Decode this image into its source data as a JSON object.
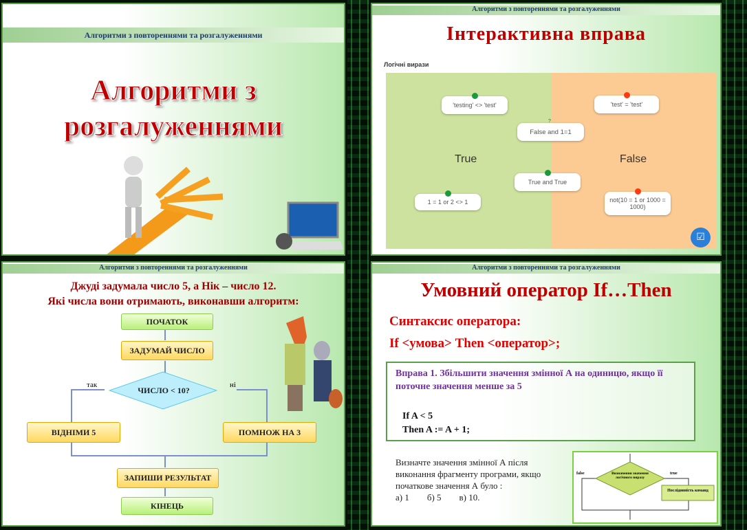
{
  "band_title": "Алгоритми з повтореннями та розгалуженнями",
  "slide1": {
    "title_line1": "Алгоритми з",
    "title_line2": "розгалуженнями"
  },
  "slide2": {
    "title": "Інтерактивна вправа",
    "panel_title": "Логічні вирази",
    "zone_true": "True",
    "zone_false": "False",
    "unsorted_marker": "?",
    "cards": [
      {
        "text": "'testing' <> 'test'",
        "status": "correct"
      },
      {
        "text": "'test' = 'test'",
        "status": "wrong"
      },
      {
        "text": "False and 1=1",
        "status": "unplaced"
      },
      {
        "text": "True and True",
        "status": "correct"
      },
      {
        "text": "1 = 1 or 2 <> 1",
        "status": "correct"
      },
      {
        "text": "not(10 = 1 or 1000 = 1000)",
        "status": "wrong"
      }
    ],
    "colors": {
      "true_zone": "#cde29e",
      "false_zone": "#fccb94",
      "correct": "#1a9a3a",
      "wrong": "#ff3a10",
      "check_button": "#2a7fd8"
    }
  },
  "slide3": {
    "line1": "Джуді задумала число 5, а Нік – число 12.",
    "line2": "Які числа вони отримають, виконавши алгоритм:",
    "start": "ПОЧАТОК",
    "input": "ЗАДУМАЙ ЧИСЛО",
    "condition": "ЧИСЛО < 10?",
    "yes": "так",
    "no": "ні",
    "yes_action": "ВІДНІМИ 5",
    "no_action": "ПОМНОЖ НА 3",
    "output": "ЗАПИШИ РЕЗУЛЬТАТ",
    "end": "КІНЕЦЬ"
  },
  "slide4": {
    "title": "Умовний оператор If…Then",
    "syntax_label": "Синтаксис оператора:",
    "syntax": "If <умова> Then <оператор>;",
    "exercise": "Вправа 1. Збільшити значення змінної А на одиницю, якщо її поточне значення менше за 5",
    "code_line1": "If A < 5",
    "code_line2": "Then A := A + 1;",
    "question": "Визначте значення змінної А після виконання фрагменту програми, якщо початкове значення А було :",
    "options": "а) 1        б) 5        в) 10.",
    "diagram": {
      "condition": "Визначення значення логічного виразу",
      "false": "false",
      "true": "true",
      "action": "Послідовність команд"
    }
  }
}
